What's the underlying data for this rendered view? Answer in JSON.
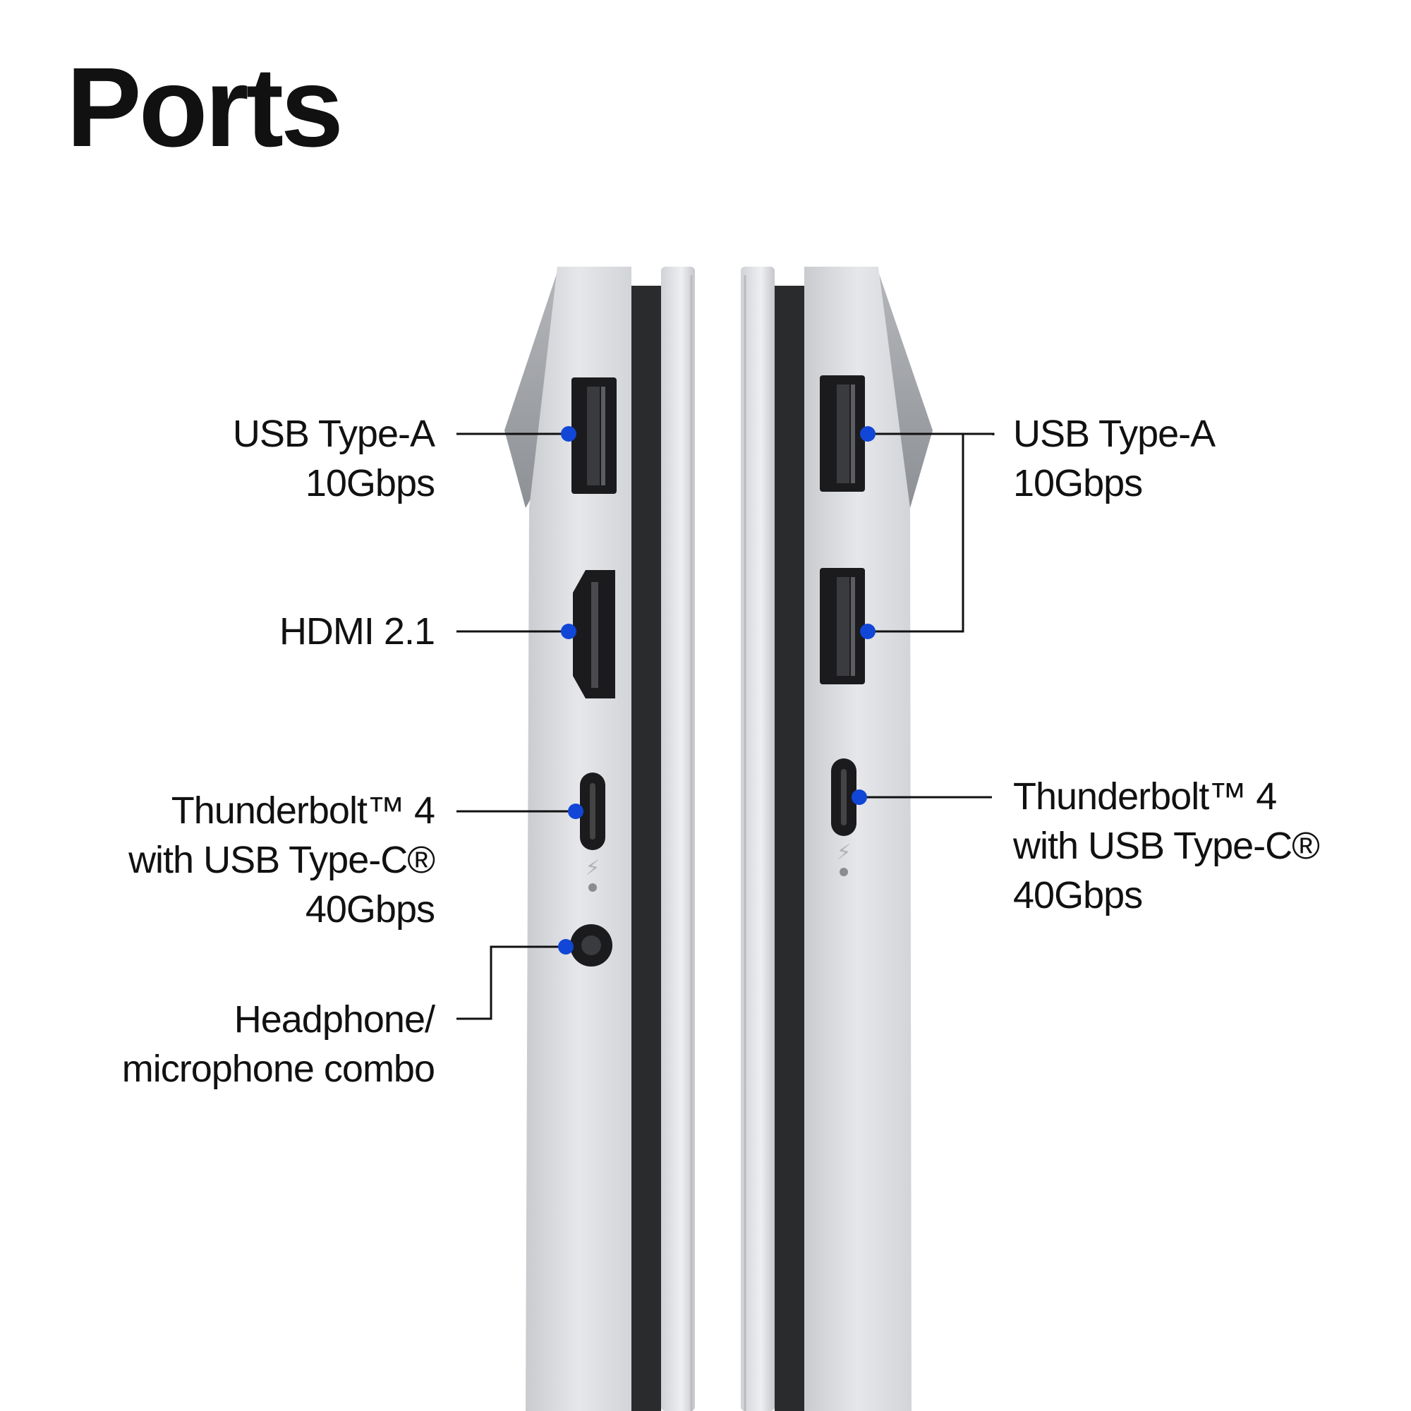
{
  "title": "Ports",
  "accent_color": "#1146d6",
  "left_side": {
    "usb_a": {
      "line1": "USB Type-A",
      "line2": "10Gbps"
    },
    "hdmi": {
      "line1": "HDMI 2.1"
    },
    "thunderbolt": {
      "line1": "Thunderbolt™ 4",
      "line2": "with USB Type-C®",
      "line3": "40Gbps"
    },
    "headphone": {
      "line1": "Headphone/",
      "line2": "microphone combo"
    }
  },
  "right_side": {
    "usb_a": {
      "line1": "USB Type-A",
      "line2": "10Gbps"
    },
    "thunderbolt": {
      "line1": "Thunderbolt™ 4",
      "line2": "with USB Type-C®",
      "line3": "40Gbps"
    }
  }
}
